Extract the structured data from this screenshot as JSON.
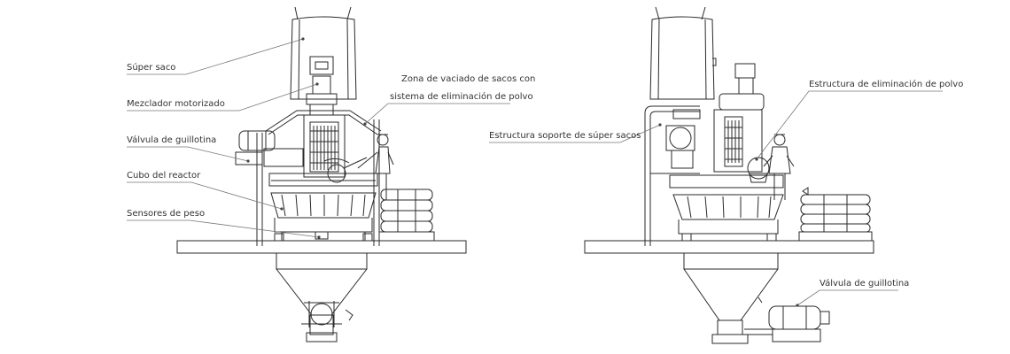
{
  "labels": {
    "super_saco": "Súper saco",
    "mezclador_motorizado": "Mezclador motorizado",
    "valvula_guillotina_left": "Válvula de guillotina",
    "cubo_reactor": "Cubo del reactor",
    "sensores_peso": "Sensores de peso",
    "zona_vaciado_line1": "Zona de vaciado de sacos con",
    "zona_vaciado_line2": "sistema de eliminación de polvo",
    "estructura_soporte": "Estructura soporte de súper sacos",
    "estructura_eliminacion": "Estructura de eliminación de polvo",
    "valvula_guillotina_right": "Válvula de guillotina"
  },
  "colors": {
    "line": "#2a2a2a",
    "leader": "#777777",
    "text": "#333333"
  }
}
